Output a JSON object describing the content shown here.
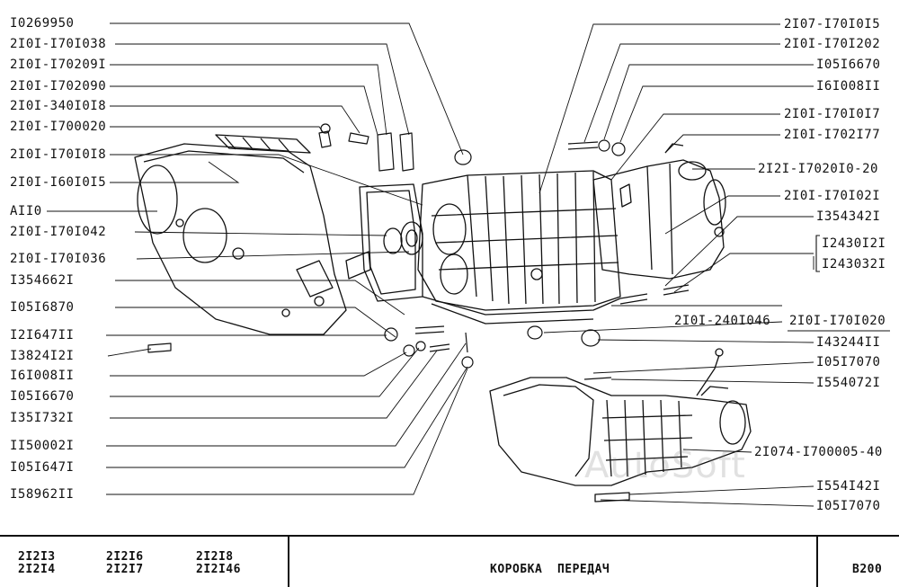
{
  "colors": {
    "ink": "#111111",
    "paper": "#ffffff",
    "watermark": "#9a9a9a"
  },
  "labels_left": [
    "I0269950",
    "2I0I-I70I038",
    "2I0I-I70209I",
    "2I0I-I702090",
    "2I0I-340I0I8",
    "2I0I-I700020",
    "2I0I-I70I0I8",
    "2I0I-I60I0I5",
    "AII0",
    "2I0I-I70I042",
    "2I0I-I70I036",
    "I354662I",
    "I05I6870",
    "I2I647II",
    "I3824I2I",
    "I6I008II",
    "I05I6670",
    "I35I732I",
    "II50002I",
    "I05I647I",
    "I58962II"
  ],
  "labels_right": [
    "2I07-I70I0I5",
    "2I0I-I70I202",
    "I05I6670",
    "I6I008II",
    "2I0I-I70I0I7",
    "2I0I-I702I77",
    "2I2I-I7020I0-20",
    "2I0I-I70I02I",
    "I354342I",
    "I2430I2I",
    "I243032I",
    "2I0I-I70I020",
    "I43244II",
    "I05I7070",
    "I554072I",
    "2I074-I700005-40",
    "I554I42I",
    "I05I7070"
  ],
  "center_label": "2I0I-240I046",
  "watermark": "AutoSoft",
  "title_block": {
    "models_col1": [
      "2I2I3",
      "2I2I4"
    ],
    "models_col2": [
      "2I2I6",
      "2I2I7"
    ],
    "models_col3": [
      "2I2I8",
      "2I2I46"
    ],
    "title": "КОРОБКА  ПЕРЕДАЧ",
    "code": "B200"
  }
}
